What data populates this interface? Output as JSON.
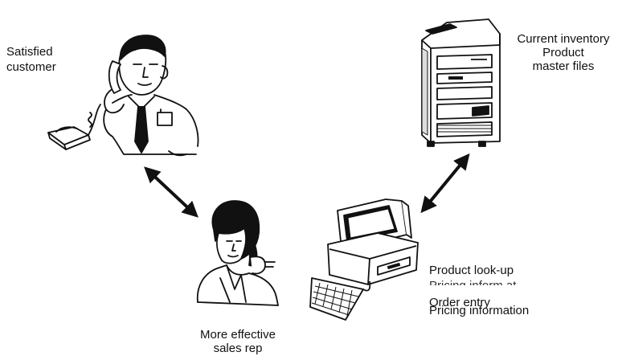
{
  "labels": {
    "customer_line1": "Satisfied",
    "customer_line2": "customer",
    "server_line1": "Current inventory",
    "server_line2": "Product",
    "server_line3": "master files",
    "rep_line1": "More effective",
    "rep_line2": "sales rep",
    "function_1": "Product look-up",
    "function_2": "Pricing inform at",
    "function_3": "Order entry",
    "function_4": "Pricing information"
  },
  "icons": {
    "customer": "man-on-phone-icon",
    "server": "server-tower-icon",
    "rep": "woman-on-phone-icon",
    "computer": "desktop-computer-icon",
    "arrow_left": "double-arrow-icon",
    "arrow_right": "double-arrow-icon"
  },
  "colors": {
    "line": "#111111",
    "background": "#ffffff"
  }
}
